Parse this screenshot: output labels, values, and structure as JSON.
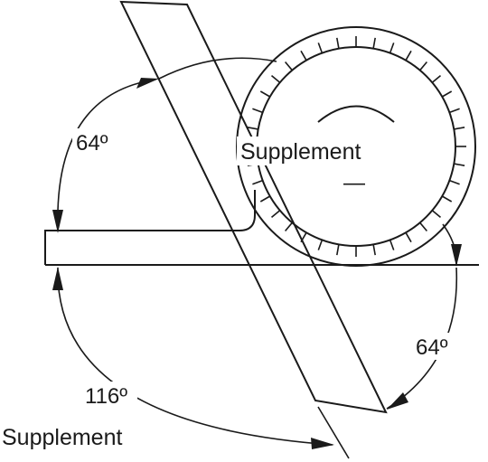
{
  "labels": {
    "angle_upper_left": "64º",
    "angle_lower_right": "64º",
    "angle_lower_left": "116º",
    "supplement_dial": "Supplement",
    "supplement_bottom": "Supplement",
    "dial_sign": "—"
  }
}
